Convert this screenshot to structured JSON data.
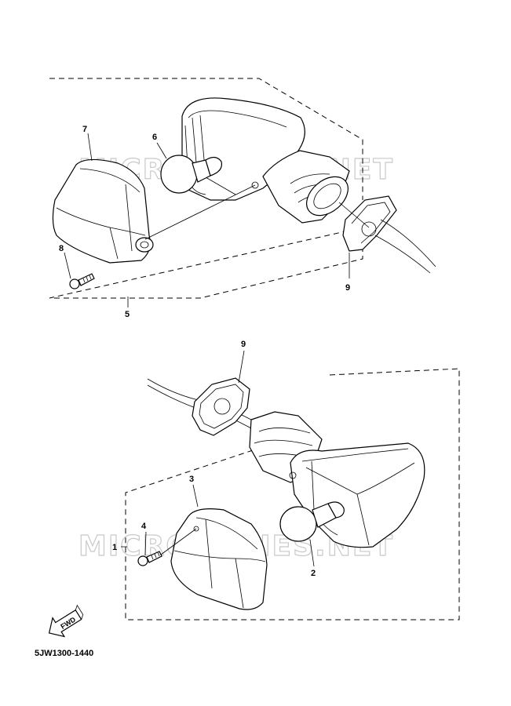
{
  "watermark": "MICROFICHES.NET",
  "diagram_code": "5JW1300-1440",
  "fwd_label": "FWD",
  "callouts": {
    "top": {
      "p7": "7",
      "p6": "6",
      "p8": "8",
      "p5": "5",
      "p9": "9"
    },
    "bottom": {
      "p9": "9",
      "p3": "3",
      "p4": "4",
      "p1": "1",
      "p2": "2"
    }
  }
}
